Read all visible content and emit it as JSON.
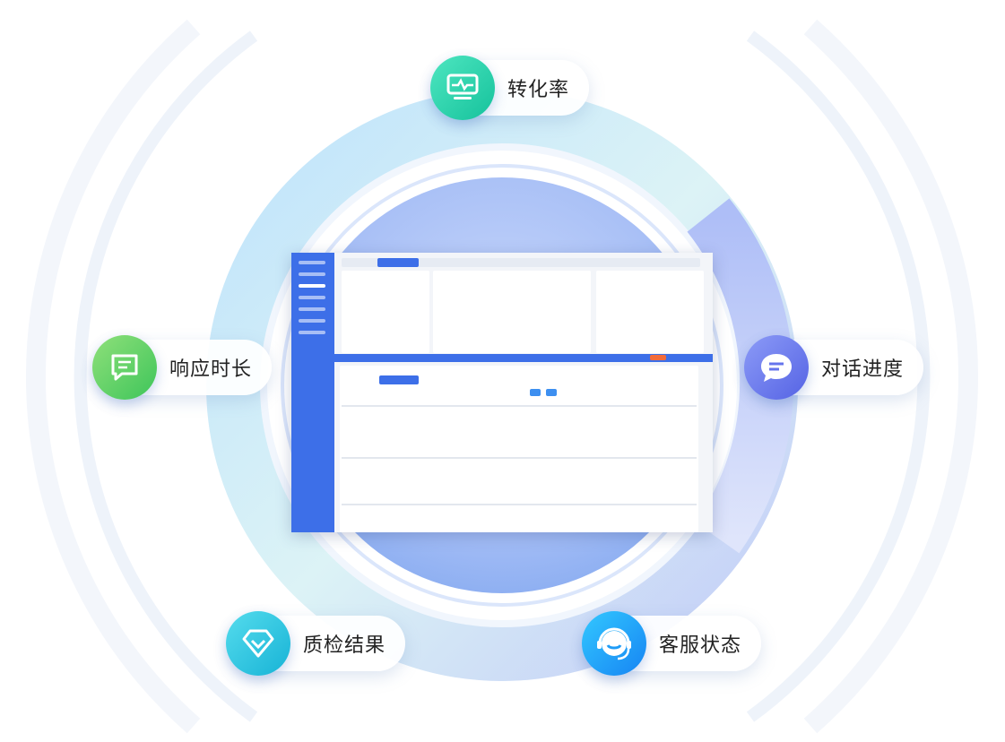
{
  "features": [
    {
      "label": "转化率",
      "icon": "monitor-pulse-icon",
      "color": "#22d1a8"
    },
    {
      "label": "响应时长",
      "icon": "message-lines-icon",
      "color": "#55cf63"
    },
    {
      "label": "对话进度",
      "icon": "chat-bubble-icon",
      "color": "#6574ec"
    },
    {
      "label": "质检结果",
      "icon": "diamond-check-icon",
      "color": "#27c3de"
    },
    {
      "label": "客服状态",
      "icon": "headset-agent-icon",
      "color": "#1e9cf7"
    }
  ]
}
